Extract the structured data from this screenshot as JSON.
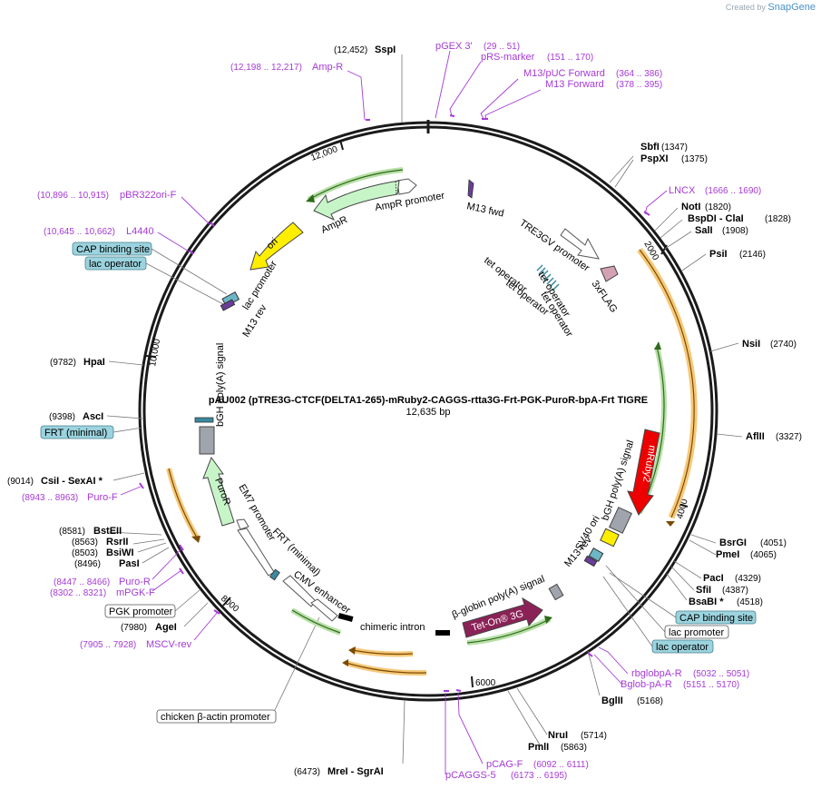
{
  "branding": {
    "prefix": "Created by",
    "brand": "SnapGene"
  },
  "plasmid": {
    "title": "pAU002 (pTRE3G-CTCF(DELTA1-265)-mRuby2-CAGGS-rtta3G-Frt-PGK-PuroR-bpA-Frt TIGRE",
    "length": "12,635 bp"
  },
  "ticks": [
    {
      "label": "2000"
    },
    {
      "label": "4000"
    },
    {
      "label": "6000"
    },
    {
      "label": "8000"
    },
    {
      "label": "10,000"
    },
    {
      "label": "12,000"
    }
  ],
  "enzymes": [
    {
      "name": "SspI",
      "pos": "(12,452)"
    },
    {
      "name": "SbfI",
      "pos": "(1347)"
    },
    {
      "name": "PspXI",
      "pos": "(1375)"
    },
    {
      "name": "NotI",
      "pos": "(1820)"
    },
    {
      "name": "BspDI - ClaI",
      "pos": "(1828)"
    },
    {
      "name": "SalI",
      "pos": "(1908)"
    },
    {
      "name": "PsiI",
      "pos": "(2146)"
    },
    {
      "name": "NsiI",
      "pos": "(2740)"
    },
    {
      "name": "AflII",
      "pos": "(3327)"
    },
    {
      "name": "BsrGI",
      "pos": "(4051)"
    },
    {
      "name": "PmeI",
      "pos": "(4065)"
    },
    {
      "name": "PacI",
      "pos": "(4329)"
    },
    {
      "name": "SfiI",
      "pos": "(4387)"
    },
    {
      "name": "BsaBI *",
      "pos": "(4518)"
    },
    {
      "name": "BglII",
      "pos": "(5168)"
    },
    {
      "name": "NruI",
      "pos": "(5714)"
    },
    {
      "name": "PmlI",
      "pos": "(5863)"
    },
    {
      "name": "MreI - SgrAI",
      "pos": "(6473)"
    },
    {
      "name": "AgeI",
      "pos": "(7980)"
    },
    {
      "name": "PasI",
      "pos": "(8496)"
    },
    {
      "name": "BsiWI",
      "pos": "(8503)"
    },
    {
      "name": "RsrII",
      "pos": "(8563)"
    },
    {
      "name": "BstEII",
      "pos": "(8581)"
    },
    {
      "name": "CsiI - SexAI *",
      "pos": "(9014)"
    },
    {
      "name": "AscI",
      "pos": "(9398)"
    },
    {
      "name": "HpaI",
      "pos": "(9782)"
    }
  ],
  "primers": [
    {
      "name": "Amp-R",
      "range": "(12,198 .. 12,217)"
    },
    {
      "name": "pGEX 3'",
      "range": "(29 .. 51)"
    },
    {
      "name": "pRS-marker",
      "range": "(151 .. 170)"
    },
    {
      "name": "M13/pUC Forward",
      "range": "(364 .. 386)"
    },
    {
      "name": "M13 Forward",
      "range": "(378 .. 395)"
    },
    {
      "name": "LNCX",
      "range": "(1666 .. 1690)"
    },
    {
      "name": "pBR322ori-F",
      "range": "(10,896 .. 10,915)"
    },
    {
      "name": "L4440",
      "range": "(10,645 .. 10,662)"
    },
    {
      "name": "Puro-F",
      "range": "(8943 .. 8963)"
    },
    {
      "name": "Puro-R",
      "range": "(8447 .. 8466)"
    },
    {
      "name": "mPGK-F",
      "range": "(8302 .. 8321)"
    },
    {
      "name": "MSCV-rev",
      "range": "(7905 .. 7928)"
    },
    {
      "name": "rbglobpA-R",
      "range": "(5032 .. 5051)"
    },
    {
      "name": "Bglob-pA-R",
      "range": "(5151 .. 5170)"
    },
    {
      "name": "pCAG-F",
      "range": "(6092 .. 6111)"
    },
    {
      "name": "pCAGGS-5",
      "range": "(6173 .. 6195)"
    }
  ],
  "boxed_labels": [
    {
      "text": "CAP binding site",
      "style": "blue"
    },
    {
      "text": "lac operator",
      "style": "blue"
    },
    {
      "text": "FRT (minimal)",
      "style": "blue"
    },
    {
      "text": "PGK promoter",
      "style": "plain"
    },
    {
      "text": "CAP binding site",
      "style": "blue"
    },
    {
      "text": "lac promoter",
      "style": "plain"
    },
    {
      "text": "lac operator",
      "style": "blue"
    },
    {
      "text": "chicken β-actin promoter",
      "style": "plain"
    }
  ],
  "features": {
    "amp_promoter": "AmpR promoter",
    "ampr": "AmpR",
    "ori": "ori",
    "lac_promoter": "lac promoter",
    "m13_rev_left": "M13 rev",
    "m13_fwd": "M13 fwd",
    "tre3gv": "TRE3GV promoter",
    "flag": "3xFLAG",
    "tet_op_1": "tet operator",
    "tet_op_2": "tet operator",
    "tet_op_3": "tet operator",
    "tet_op_4": "tet operator",
    "bgh_left": "bGH poly(A) signal",
    "puror": "PuroR",
    "em7": "EM7 promoter",
    "frt_minimal": "FRT (minimal)",
    "cmv": "CMV enhancer",
    "chimeric_intron": "chimeric intron",
    "beta_globin": "β-globin poly(A) signal",
    "teton": "Tet-On® 3G",
    "mruby2": "mRuby2",
    "bgh_right": "bGH poly(A) signal",
    "sv40": "SV40 ori",
    "m13_rev_right": "M13 rev"
  },
  "colors": {
    "backbone": "#1a1a1a",
    "primer": "#a53ad6",
    "orf_green": "#c8f5c8",
    "ori_yellow": "#ffee00",
    "mruby2": "#ee0000",
    "teton": "#8b2257",
    "flag": "#d4a0b4",
    "terminator": "#a0a4ac",
    "blue_box": "#9bd3de"
  }
}
